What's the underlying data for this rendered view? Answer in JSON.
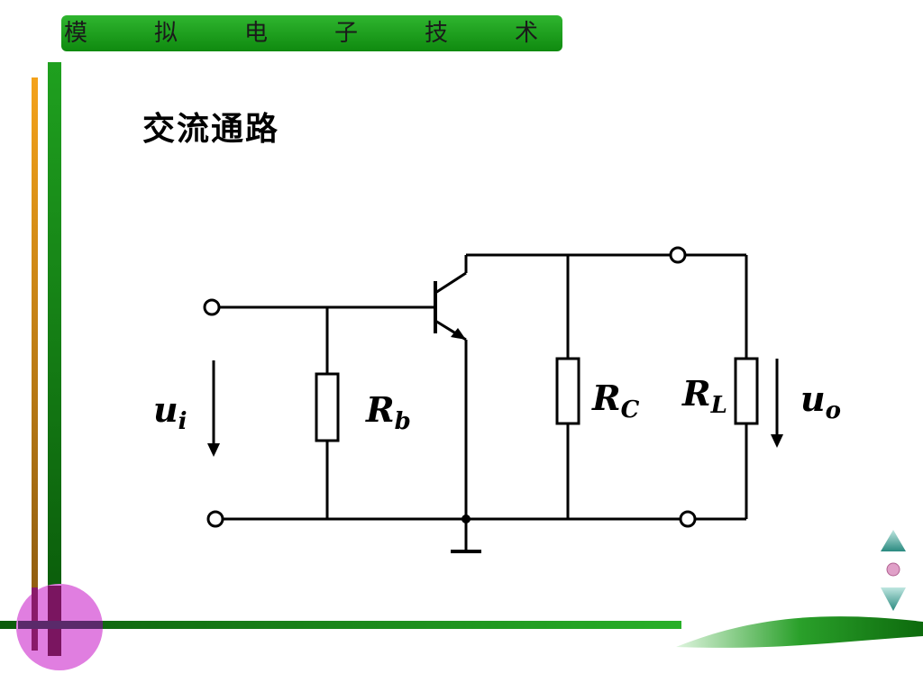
{
  "header": {
    "title": "模　拟　电　子　技　术"
  },
  "slide": {
    "title": "交流通路"
  },
  "circuit": {
    "labels": {
      "ui_main": "u",
      "ui_sub": "i",
      "rb_main": "R",
      "rb_sub": "b",
      "rc_main": "R",
      "rc_sub": "C",
      "rl_main": "R",
      "rl_sub": "L",
      "uo_main": "u",
      "uo_sub": "o"
    }
  },
  "colors": {
    "header_green": "#1fa01f",
    "accent_orange": "#f4a21a",
    "accent_magenta": "#e07ee0",
    "nav_teal": "#3aa39a"
  },
  "icons": {
    "nav_up": "triangle-up-icon",
    "nav_home": "dot-icon",
    "nav_down": "triangle-down-icon"
  }
}
